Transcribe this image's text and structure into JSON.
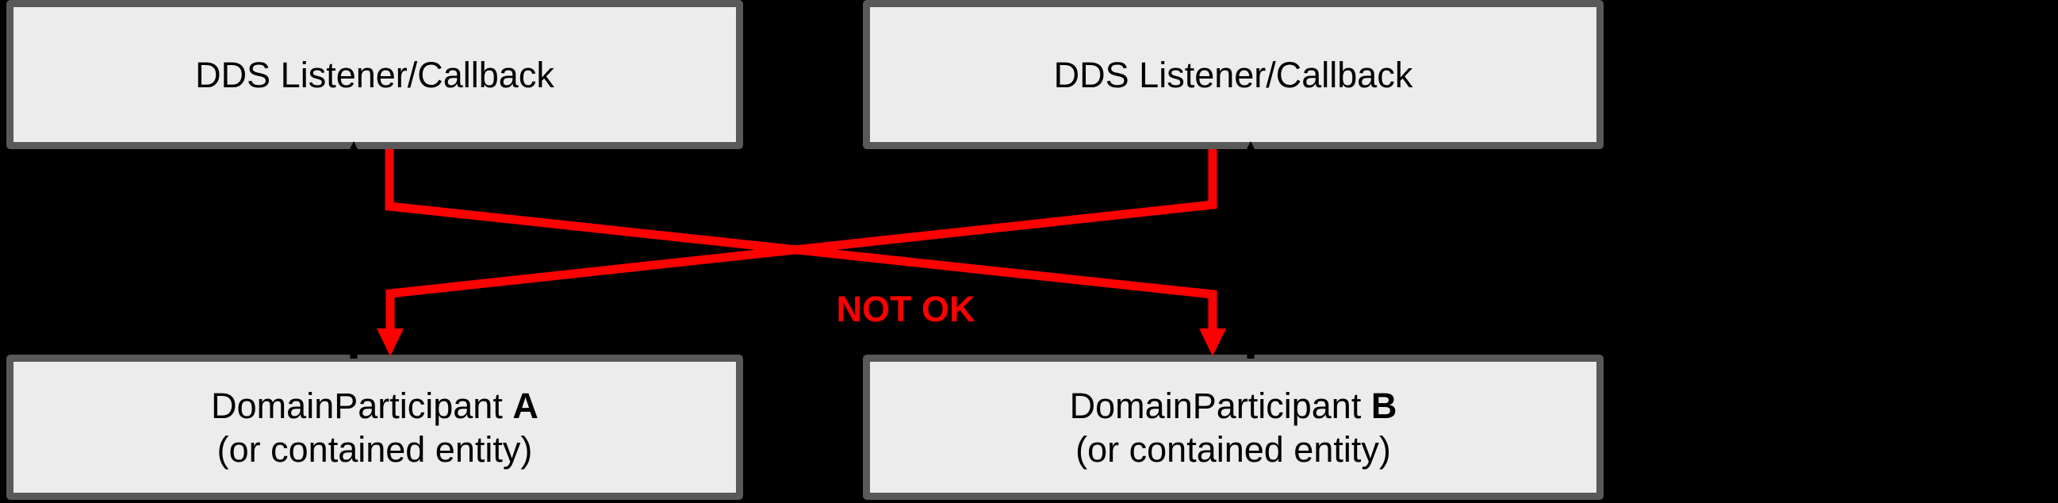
{
  "diagram": {
    "title": "DDS listener callback cross-participant restriction diagram",
    "colors": {
      "background": "#000000",
      "box_fill": "#ececec",
      "box_border": "#595959",
      "error_red": "#ff0000",
      "text": "#000000"
    },
    "boxes": {
      "top_left": {
        "label": "DDS Listener/Callback"
      },
      "top_right": {
        "label": "DDS Listener/Callback"
      },
      "bottom_left": {
        "name": "DomainParticipant",
        "id_letter": "A",
        "sublabel": "(or contained entity)"
      },
      "bottom_right": {
        "name": "DomainParticipant",
        "id_letter": "B",
        "sublabel": "(or contained entity)"
      }
    },
    "annotations": {
      "not_ok": "NOT OK"
    },
    "arrows": {
      "black_up_left": "listener attached to DomainParticipant A",
      "black_up_right": "listener attached to DomainParticipant B",
      "red_cross_left_to_right": "callback into DomainParticipant B (not allowed)",
      "red_cross_right_to_left": "callback into DomainParticipant A (not allowed)"
    }
  }
}
